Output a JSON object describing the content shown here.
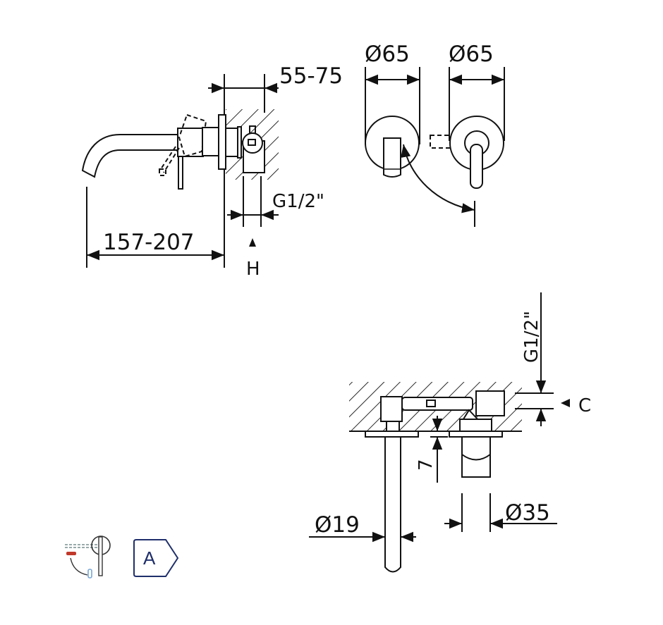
{
  "side_view": {
    "depth_label": "55-75",
    "connection_label": "G1/2\"",
    "length_label": "157-207",
    "section_marker": "H"
  },
  "front_view": {
    "spout_plate_diameter": "Ø65",
    "handle_plate_diameter": "Ø65"
  },
  "section_view": {
    "connection_label": "G1/2\"",
    "section_marker": "C",
    "gap_label": "7",
    "spout_diameter": "Ø19",
    "cartridge_diameter": "Ø35"
  },
  "badges": {
    "installation_icon": "wall-mount-installation-icon",
    "energy_class": "A"
  },
  "colors": {
    "line": "#111111",
    "badge": "#1f2f6b",
    "accent": "#c0392b",
    "light_blue": "#7aa6d6"
  }
}
